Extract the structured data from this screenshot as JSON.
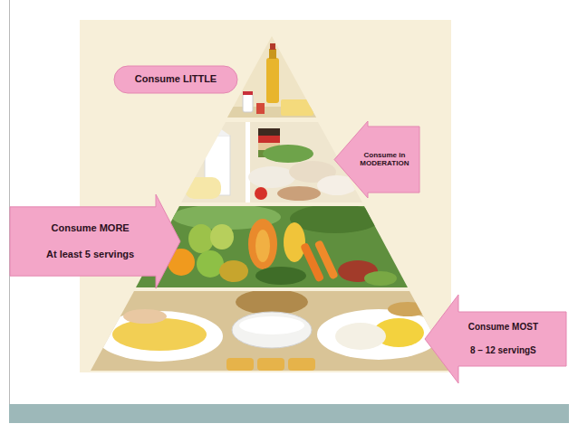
{
  "diagram": {
    "nodes": [
      {
        "text": [
          "Consume LITTLE"
        ]
      },
      {
        "text": [
          "Consume in MODERATION"
        ]
      },
      {
        "text": [
          "Consume MORE",
          "At least 5 servings"
        ]
      },
      {
        "text": [
          "Consume MOST",
          "8 – 12 servingS"
        ]
      }
    ]
  }
}
